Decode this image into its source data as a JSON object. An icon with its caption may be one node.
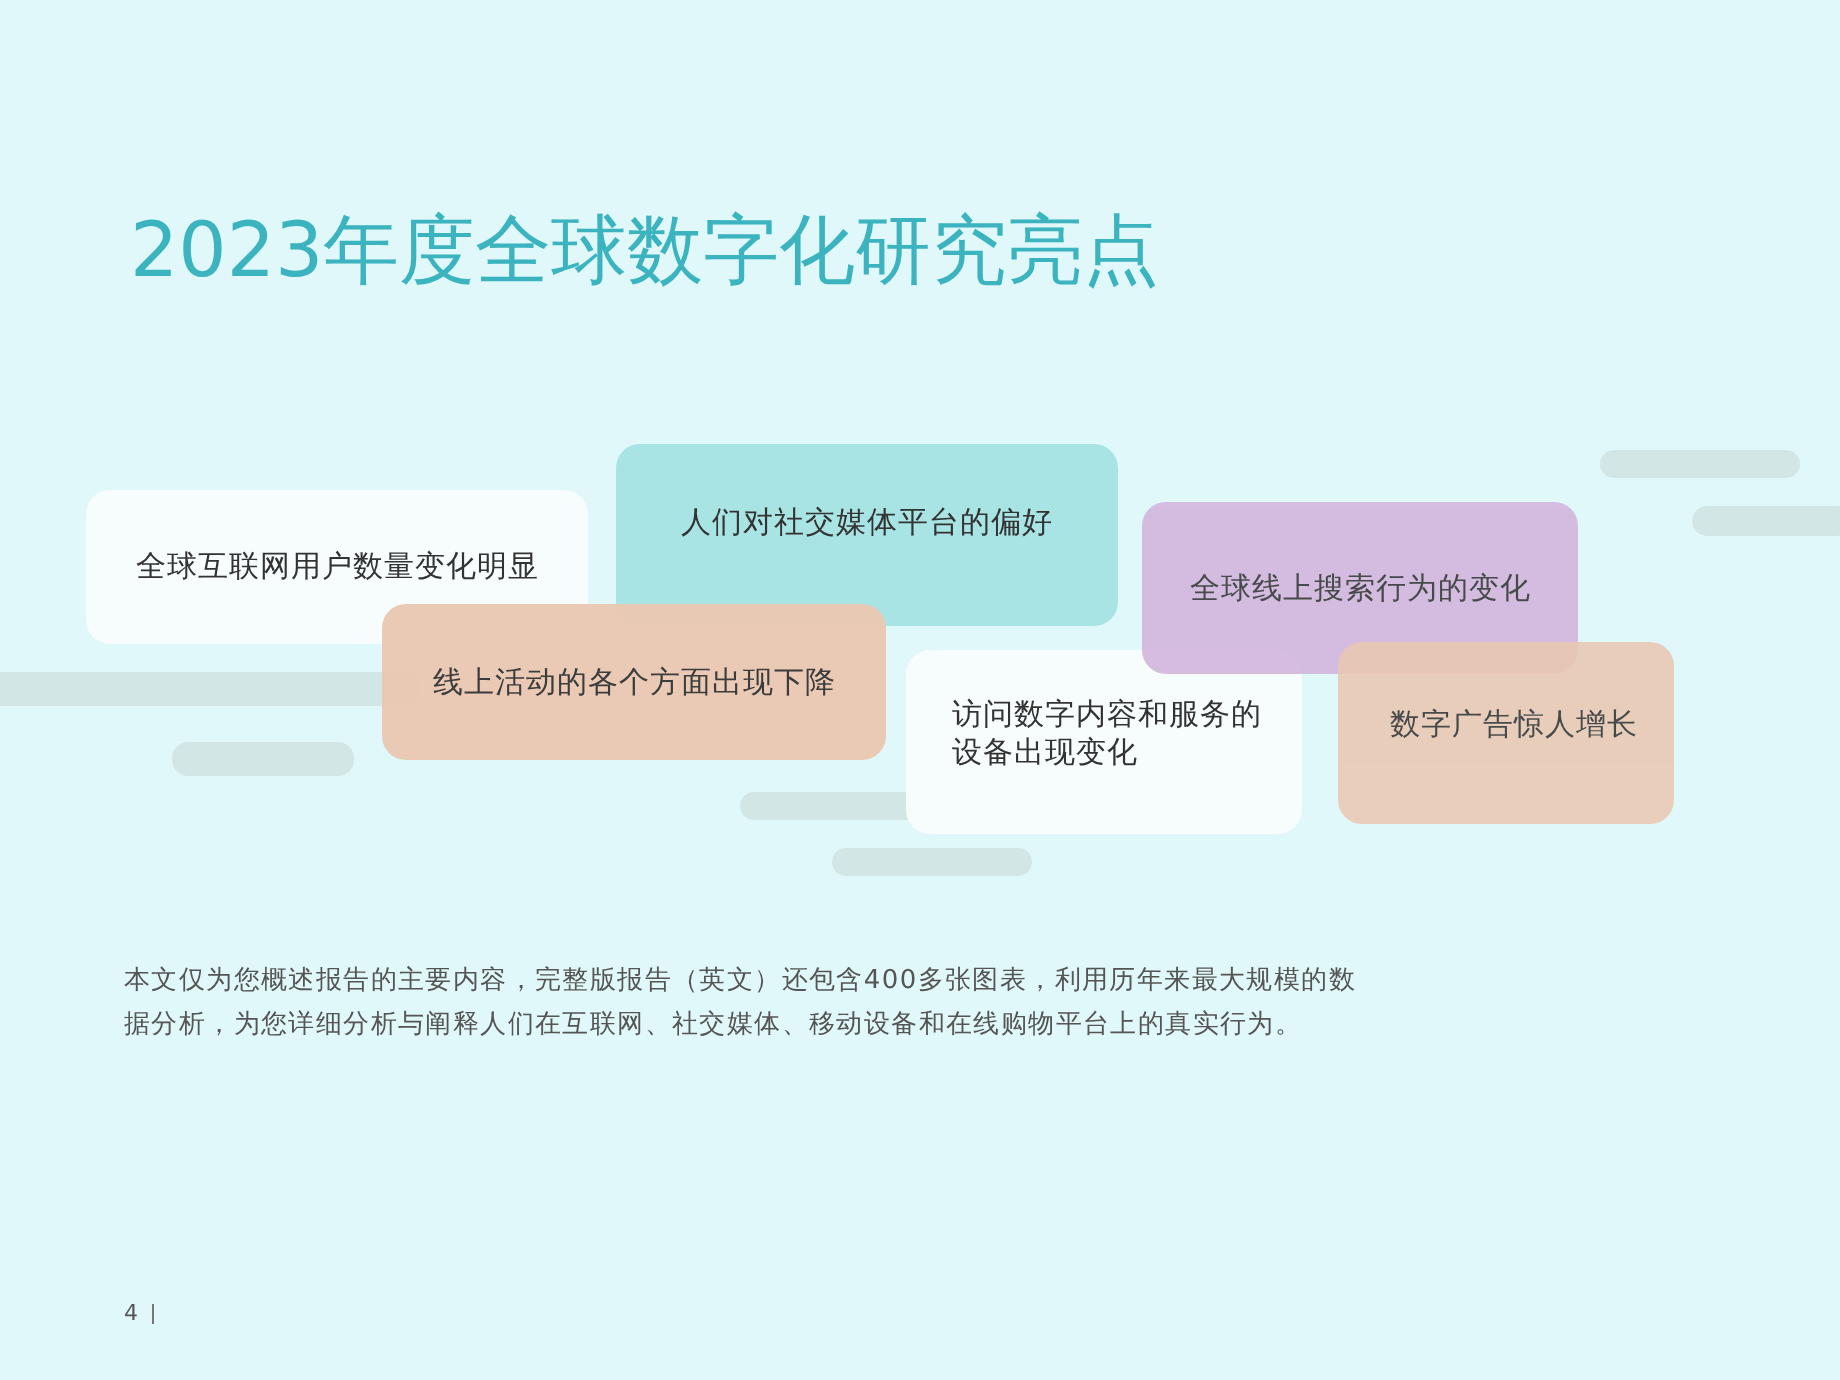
{
  "diagram": {
    "title": "2023年度全球数字化研究亮点",
    "nodes": [
      {
        "text": [
          "全球互联网用户数量变化明显"
        ]
      },
      {
        "text": [
          "线上活动的各个方面出现下降"
        ]
      },
      {
        "text": [
          "人们对社交媒体平台的偏好"
        ]
      },
      {
        "text": [
          "访问数字内容和服务的设备出现变化"
        ]
      },
      {
        "text": [
          "全球线上搜索行为的变化"
        ]
      },
      {
        "text": [
          "数字广告惊人增长"
        ]
      }
    ],
    "labels": [
      "本文仅为您概述报告的主要内容，完整版报告（英文）还包含400多张图表，利用历年来最大规模的数据分析，为您详细分析与阐释人们在互联网、社交媒体、移动设备和在线购物平台上的真实行为。",
      "4"
    ]
  }
}
